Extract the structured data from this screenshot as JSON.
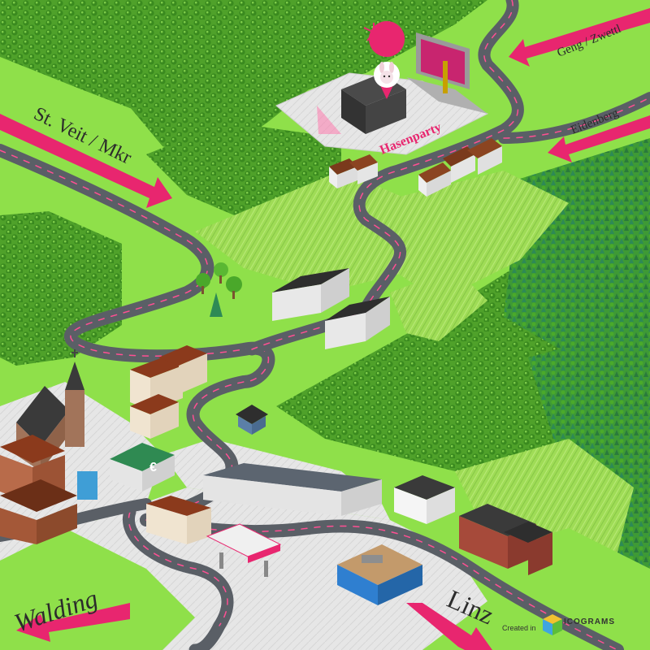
{
  "map": {
    "labels": {
      "st_veit": "St. Veit / Mkr",
      "geng_zwettl": "Geng / Zwettl",
      "eidenberg": "Eidenberg",
      "walding": "Walding",
      "linz": "Linz",
      "hasenparty": "Hasenparty"
    },
    "poi": {
      "bank_symbol": "€"
    },
    "credit": {
      "created_in": "Created in",
      "brand": "ICOGRAMS"
    }
  },
  "colors": {
    "grass": "#8fe04a",
    "road": "#5a5f66",
    "road_marking": "#ff4f93",
    "arrow": "#e8266f",
    "plaza": "#e4e4e4",
    "field": "#a6e25e",
    "forest": "#3f8f22"
  },
  "icons": {
    "event_marker": "bunny-location-pin-icon",
    "brand_logo": "icograms-cube-icon"
  }
}
